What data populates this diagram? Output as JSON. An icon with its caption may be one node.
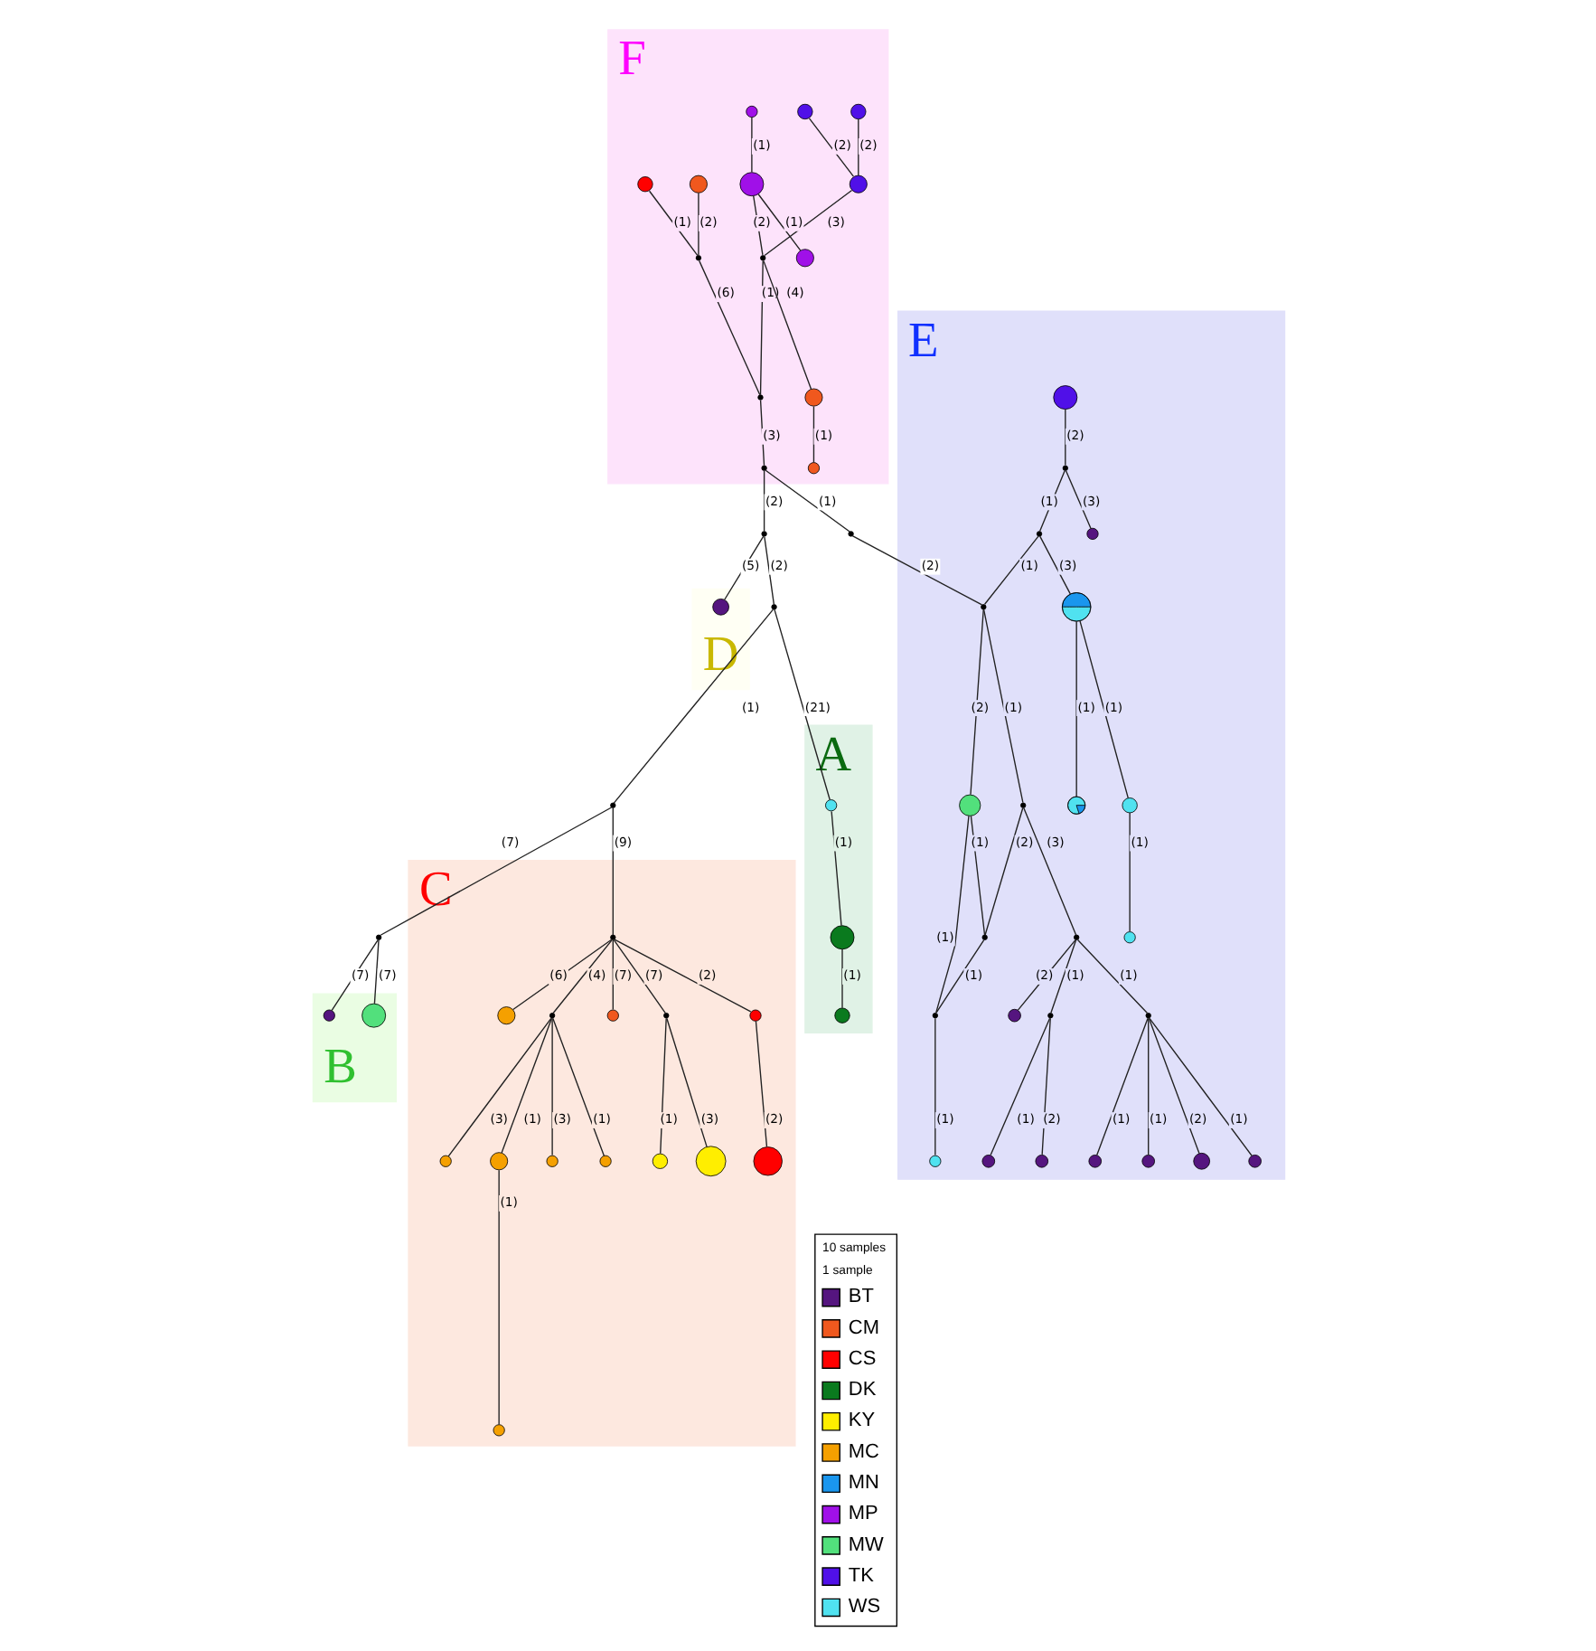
{
  "diagram": {
    "nodes": [
      {
        "text": [
          "F"
        ]
      },
      {
        "text": [],
        "shape": "circle",
        "in": 0
      },
      {
        "text": [],
        "shape": "circle",
        "in": 0
      },
      {
        "text": [],
        "shape": "circle",
        "in": 0
      },
      {
        "text": [],
        "shape": "circle",
        "in": 0
      },
      {
        "text": [],
        "shape": "circle",
        "in": 0
      },
      {
        "text": [],
        "shape": "circle",
        "in": 0
      },
      {
        "text": [],
        "shape": "circle",
        "in": 0
      },
      {
        "text": [],
        "shape": "circle",
        "in": 0
      },
      {
        "text": [],
        "shape": "circle",
        "in": 0
      },
      {
        "text": [],
        "shape": "circle",
        "in": 0
      },
      {
        "text": [],
        "shape": "circle",
        "in": 0
      },
      {
        "text": [],
        "shape": "circle",
        "in": 0
      },
      {
        "text": [],
        "shape": "circle",
        "in": 0
      },
      {
        "text": [
          "D"
        ]
      },
      {
        "text": [],
        "shape": "circle",
        "in": 14
      },
      {
        "text": [
          "A"
        ]
      },
      {
        "text": [],
        "shape": "circle",
        "in": 16
      },
      {
        "text": [],
        "shape": "circle",
        "in": 16
      },
      {
        "text": [],
        "shape": "circle",
        "in": 16
      },
      {
        "text": [
          "B"
        ]
      },
      {
        "text": [],
        "shape": "circle",
        "in": 20
      },
      {
        "text": [],
        "shape": "circle",
        "in": 20
      },
      {
        "text": [
          "C"
        ]
      },
      {
        "text": [],
        "shape": "circle",
        "in": 23
      },
      {
        "text": [],
        "shape": "circle",
        "in": 23
      },
      {
        "text": [],
        "shape": "circle",
        "in": 23
      },
      {
        "text": [],
        "shape": "circle",
        "in": 23
      },
      {
        "text": [],
        "shape": "circle",
        "in": 23
      },
      {
        "text": [],
        "shape": "circle",
        "in": 23
      },
      {
        "text": [],
        "shape": "circle",
        "in": 23
      },
      {
        "text": [],
        "shape": "circle",
        "in": 23
      },
      {
        "text": [],
        "shape": "circle",
        "in": 23
      },
      {
        "text": [],
        "shape": "circle",
        "in": 23
      },
      {
        "text": [],
        "shape": "circle",
        "in": 23
      },
      {
        "text": [],
        "shape": "circle",
        "in": 23
      },
      {
        "text": [],
        "shape": "circle",
        "in": 23
      },
      {
        "text": [],
        "shape": "circle",
        "in": 23
      },
      {
        "text": [
          "E"
        ]
      },
      {
        "text": [],
        "shape": "circle",
        "in": 38
      },
      {
        "text": [],
        "shape": "circle",
        "in": 38
      },
      {
        "text": [],
        "shape": "circle",
        "in": 38
      },
      {
        "text": [],
        "shape": "circle",
        "in": 38
      },
      {
        "text": [],
        "shape": "circle",
        "in": 38
      },
      {
        "text": [],
        "shape": "circle",
        "in": 38
      },
      {
        "text": [],
        "shape": "circle",
        "in": 38
      },
      {
        "text": [],
        "shape": "circle",
        "in": 38
      },
      {
        "text": [],
        "shape": "circle",
        "in": 38
      },
      {
        "text": [],
        "shape": "circle",
        "in": 38
      },
      {
        "text": [],
        "shape": "circle",
        "in": 38
      },
      {
        "text": [],
        "shape": "circle",
        "in": 38
      },
      {
        "text": [],
        "shape": "circle",
        "in": 38
      },
      {
        "text": [],
        "shape": "circle",
        "in": 38
      },
      {
        "text": [],
        "shape": "circle",
        "in": 38
      },
      {
        "text": [],
        "shape": "circle",
        "in": 38
      },
      {
        "text": [],
        "shape": "circle",
        "in": 38
      },
      {
        "text": [],
        "shape": "circle",
        "in": 38
      },
      {
        "text": [],
        "shape": "circle",
        "in": 38
      },
      {
        "text": [],
        "shape": "circle",
        "in": 38
      },
      {
        "text": [],
        "shape": "circle",
        "in": 38
      },
      {
        "text": [],
        "shape": "circle",
        "in": 38
      },
      {
        "text": [],
        "shape": "circle",
        "in": 38
      },
      {
        "text": [],
        "shape": "circle",
        "in": 38
      },
      {
        "text": [],
        "shape": "circle",
        "in": 0
      },
      {
        "text": [],
        "shape": "circle"
      },
      {
        "text": [],
        "shape": "circle"
      },
      {
        "text": [],
        "shape": "circle"
      },
      {
        "text": [],
        "shape": "circle"
      },
      {
        "text": [],
        "shape": "circle"
      }
    ],
    "edges": [
      {
        "from": 1,
        "to": 3,
        "arrow": "none",
        "label": "(2)"
      },
      {
        "from": 2,
        "to": 3,
        "arrow": "none",
        "label": "(2)"
      },
      {
        "from": 3,
        "to": 9,
        "arrow": "none",
        "label": "(3)"
      },
      {
        "from": 4,
        "to": 6,
        "arrow": "none",
        "label": "(2)"
      },
      {
        "from": 5,
        "to": 6,
        "arrow": "none",
        "label": "(1)"
      },
      {
        "from": 6,
        "to": 10,
        "arrow": "none",
        "label": "(6)"
      },
      {
        "from": 7,
        "to": 8,
        "arrow": "none",
        "label": "(1)"
      },
      {
        "from": 8,
        "to": 9,
        "arrow": "none",
        "label": "(2)"
      },
      {
        "from": 9,
        "to": 10,
        "arrow": "none",
        "label": "(1)"
      },
      {
        "from": 8,
        "to": 11,
        "arrow": "none",
        "label": "(1)"
      },
      {
        "from": 9,
        "to": 13,
        "arrow": "none",
        "label": "(4)"
      },
      {
        "from": 13,
        "to": 12,
        "arrow": "none",
        "label": "(1)"
      },
      {
        "from": 10,
        "to": 63,
        "arrow": "none",
        "label": "(3)"
      },
      {
        "from": 63,
        "to": 64,
        "arrow": "none",
        "label": "(2)"
      },
      {
        "from": 64,
        "to": 15,
        "arrow": "none",
        "label": "(5)"
      },
      {
        "from": 64,
        "to": 65,
        "arrow": "none",
        "label": "(2)"
      },
      {
        "from": 65,
        "to": 19,
        "arrow": "none",
        "label": "(21)"
      },
      {
        "from": 19,
        "to": 18,
        "arrow": "none",
        "label": "(1)"
      },
      {
        "from": 18,
        "to": 17,
        "arrow": "none",
        "label": "(1)"
      },
      {
        "from": 65,
        "to": 66,
        "arrow": "none",
        "label": "(1)"
      },
      {
        "from": 66,
        "to": 67,
        "arrow": "none",
        "label": "(7)"
      },
      {
        "from": 67,
        "to": 21,
        "arrow": "none",
        "label": "(7)"
      },
      {
        "from": 67,
        "to": 22,
        "arrow": "none",
        "label": "(7)"
      },
      {
        "from": 66,
        "to": 29,
        "arrow": "none",
        "label": "(9)"
      },
      {
        "from": 29,
        "to": 26,
        "arrow": "none",
        "label": "(2)"
      },
      {
        "from": 26,
        "to": 24,
        "arrow": "none",
        "label": "(2)"
      },
      {
        "from": 29,
        "to": 27,
        "arrow": "none",
        "label": "(6)"
      },
      {
        "from": 29,
        "to": 30,
        "arrow": "none",
        "label": "(4)"
      },
      {
        "from": 30,
        "to": 28,
        "arrow": "none",
        "label": "(1)"
      },
      {
        "from": 28,
        "to": 25,
        "arrow": "none",
        "label": "(1)"
      },
      {
        "from": 30,
        "to": 31,
        "arrow": "none",
        "label": "(3)"
      },
      {
        "from": 30,
        "to": 33,
        "arrow": "none",
        "label": "(1)"
      },
      {
        "from": 30,
        "to": 35,
        "arrow": "none",
        "label": "(3)"
      },
      {
        "from": 29,
        "to": 32,
        "arrow": "none",
        "label": "(7)"
      },
      {
        "from": 29,
        "to": 34,
        "arrow": "none",
        "label": "(7)"
      },
      {
        "from": 34,
        "to": 36,
        "arrow": "none",
        "label": "(3)"
      },
      {
        "from": 34,
        "to": 37,
        "arrow": "none",
        "label": "(1)"
      },
      {
        "from": 63,
        "to": 68,
        "arrow": "none",
        "label": "(1)"
      },
      {
        "from": 68,
        "to": 42,
        "arrow": "none",
        "label": "(2)"
      },
      {
        "from": 39,
        "to": 40,
        "arrow": "none",
        "label": "(2)"
      },
      {
        "from": 40,
        "to": 44,
        "arrow": "none",
        "label": "(3)"
      },
      {
        "from": 40,
        "to": 41,
        "arrow": "none",
        "label": "(1)"
      },
      {
        "from": 41,
        "to": 42,
        "arrow": "none",
        "label": "(1)"
      },
      {
        "from": 41,
        "to": 45,
        "arrow": "none",
        "label": "(3)"
      },
      {
        "from": 45,
        "to": 47,
        "arrow": "none",
        "label": "(1)"
      },
      {
        "from": 45,
        "to": 50,
        "arrow": "none",
        "label": "(1)"
      },
      {
        "from": 50,
        "to": 54,
        "arrow": "none",
        "label": "(1)"
      },
      {
        "from": 42,
        "to": 43,
        "arrow": "none",
        "label": "(2)"
      },
      {
        "from": 43,
        "to": 46,
        "arrow": "none",
        "label": "(1)"
      },
      {
        "from": 43,
        "to": 49,
        "arrow": "none",
        "label": "(1)"
      },
      {
        "from": 49,
        "to": 46,
        "arrow": "none",
        "label": "(1)"
      },
      {
        "from": 46,
        "to": 51,
        "arrow": "none",
        "label": "(1)"
      },
      {
        "from": 42,
        "to": 48,
        "arrow": "none",
        "label": "(1)"
      },
      {
        "from": 48,
        "to": 49,
        "arrow": "none",
        "label": "(2)"
      },
      {
        "from": 48,
        "to": 53,
        "arrow": "none",
        "label": "(3)"
      },
      {
        "from": 53,
        "to": 52,
        "arrow": "none",
        "label": "(2)"
      },
      {
        "from": 53,
        "to": 55,
        "arrow": "none",
        "label": "(1)"
      },
      {
        "from": 53,
        "to": 56,
        "arrow": "none",
        "label": "(1)"
      },
      {
        "from": 55,
        "to": 58,
        "arrow": "none",
        "label": "(1)"
      },
      {
        "from": 55,
        "to": 62,
        "arrow": "none",
        "label": "(2)"
      },
      {
        "from": 56,
        "to": 57,
        "arrow": "none",
        "label": "(2)"
      },
      {
        "from": 56,
        "to": 59,
        "arrow": "none",
        "label": "(1)"
      },
      {
        "from": 56,
        "to": 61,
        "arrow": "none",
        "label": "(1)"
      },
      {
        "from": 56,
        "to": 60,
        "arrow": "none",
        "label": "(1)"
      }
    ],
    "legend": [
      {
        "text": "10 samples"
      },
      {
        "text": "1 sample"
      },
      {
        "text": "BT",
        "color": "#55157f"
      },
      {
        "text": "CM",
        "color": "#f0581e"
      },
      {
        "text": "CS",
        "color": "#ff0000"
      },
      {
        "text": "DK",
        "color": "#0a7a1e"
      },
      {
        "text": "KY",
        "color": "#ffee00"
      },
      {
        "text": "MC",
        "color": "#f5a000"
      },
      {
        "text": "MN",
        "color": "#1a96ee"
      },
      {
        "text": "MP",
        "color": "#a010e8"
      },
      {
        "text": "MW",
        "color": "#52e07c"
      },
      {
        "text": "TK",
        "color": "#5010e8"
      },
      {
        "text": "WS",
        "color": "#50e2f0"
      }
    ]
  }
}
